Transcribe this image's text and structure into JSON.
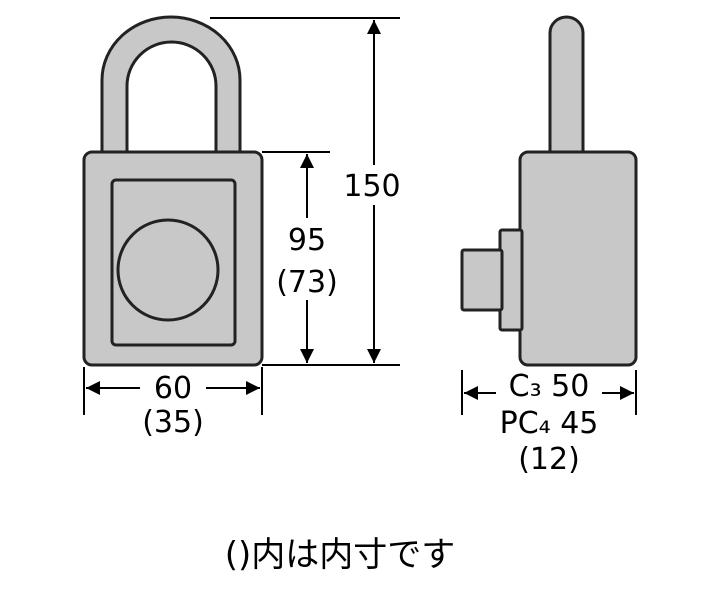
{
  "front_view": {
    "height_total": "150",
    "body_height": "95",
    "body_height_inner": "(73)",
    "width": "60",
    "width_inner": "(35)"
  },
  "side_view": {
    "depth_line1": "C₃ 50",
    "depth_line2": "PC₄ 45",
    "depth_inner": "(12)"
  },
  "caption": "()内は内寸です",
  "colors": {
    "part_fill": "#c8c8c8",
    "outline": "#222222"
  }
}
